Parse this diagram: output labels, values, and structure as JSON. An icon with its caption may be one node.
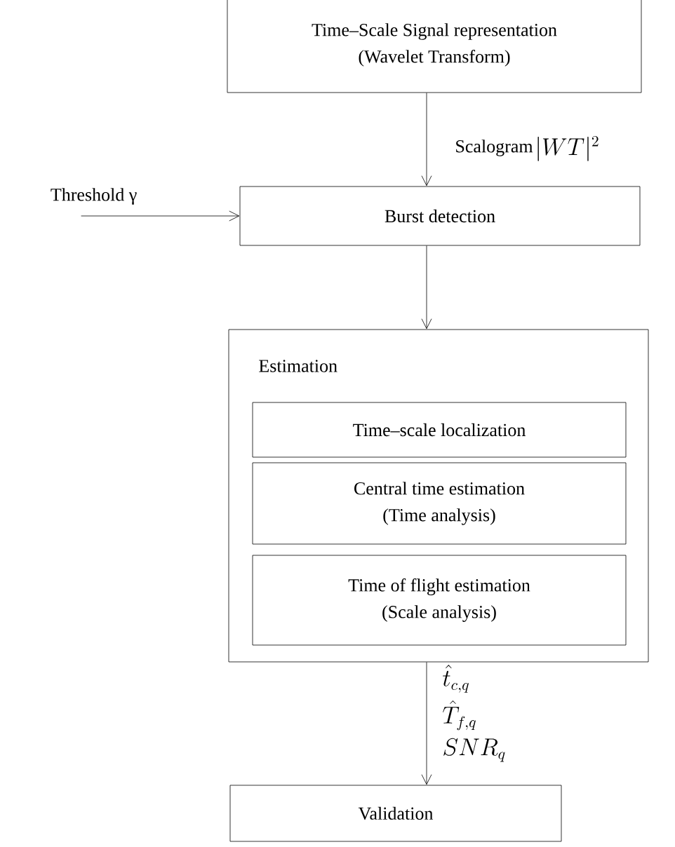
{
  "diagram": {
    "nodes": [
      {
        "text": [
          "Time–Scale Signal representation",
          "(Wavelet Transform)"
        ]
      },
      {
        "text": [
          "Burst detection"
        ]
      },
      {
        "text": [
          "Estimation"
        ]
      },
      {
        "text": [
          "Time–scale localization"
        ],
        "in": 2
      },
      {
        "text": [
          "Central time estimation",
          "(Time analysis)"
        ],
        "in": 2
      },
      {
        "text": [
          "Time of flight estimation",
          "(Scale analysis)"
        ],
        "in": 2
      },
      {
        "text": [
          "Validation"
        ]
      }
    ],
    "edges": [
      {
        "from": 0,
        "to": 1,
        "arrow": "to",
        "label": "Scalogram"
      },
      {
        "from": null,
        "to": 1,
        "arrow": "to",
        "label": "Threshold γ"
      },
      {
        "from": 1,
        "to": 2,
        "arrow": "to"
      },
      {
        "from": 2,
        "to": 6,
        "arrow": "to"
      }
    ],
    "labels": [
      "|WT|^2",
      "\\hat{t}_{c,q}",
      "\\hat{T}_{f,q}",
      "SNR_q"
    ]
  }
}
